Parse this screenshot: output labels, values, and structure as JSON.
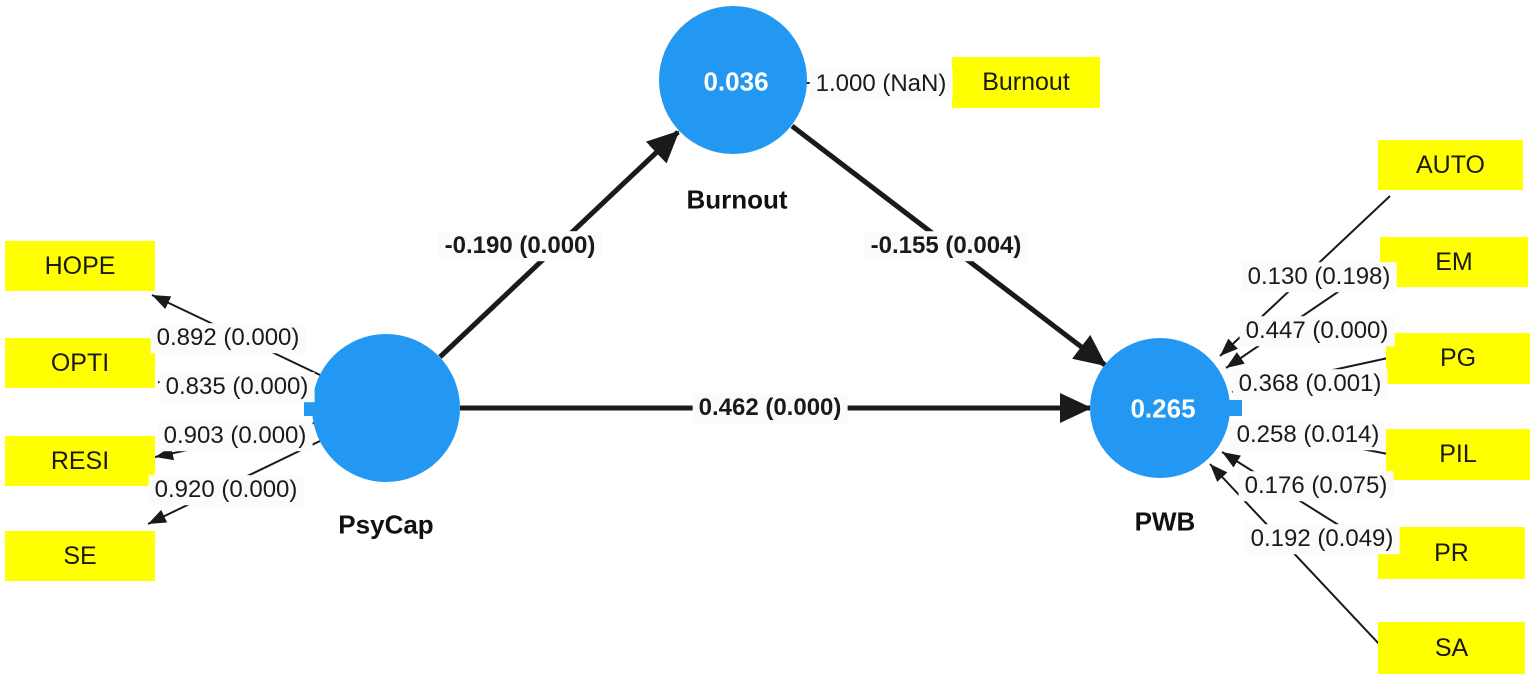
{
  "colors": {
    "background": "#ffffff",
    "node_fill": "#2298f2",
    "node_text": "#ffffff",
    "indicator_fill": "#ffff00",
    "indicator_text": "#1a1a1a",
    "edge": "#1a1a1a",
    "label_text": "#1a1a1a",
    "label_bg": "#fbfbfb"
  },
  "nodes": {
    "burnout": {
      "label": "Burnout",
      "r2": "0.036"
    },
    "psycap": {
      "label": "PsyCap"
    },
    "pwb": {
      "label": "PWB",
      "r2": "0.265"
    }
  },
  "paths": {
    "psycap_burnout": "-0.190 (0.000)",
    "burnout_pwb": "-0.155 (0.004)",
    "psycap_pwb": "0.462 (0.000)"
  },
  "indicators": {
    "burnout": {
      "name": "Burnout",
      "loading": "1.000 (NaN)"
    },
    "psycap": [
      {
        "name": "HOPE",
        "loading": "0.892 (0.000)"
      },
      {
        "name": "OPTI",
        "loading": "0.835 (0.000)"
      },
      {
        "name": "RESI",
        "loading": "0.903 (0.000)"
      },
      {
        "name": "SE",
        "loading": "0.920 (0.000)"
      }
    ],
    "pwb": [
      {
        "name": "AUTO",
        "loading": "0.130 (0.198)"
      },
      {
        "name": "EM",
        "loading": "0.447 (0.000)"
      },
      {
        "name": "PG",
        "loading": "0.368 (0.001)"
      },
      {
        "name": "PIL",
        "loading": "0.258 (0.014)"
      },
      {
        "name": "PR",
        "loading": "0.176 (0.075)"
      },
      {
        "name": "SA",
        "loading": "0.192 (0.049)"
      }
    ]
  }
}
